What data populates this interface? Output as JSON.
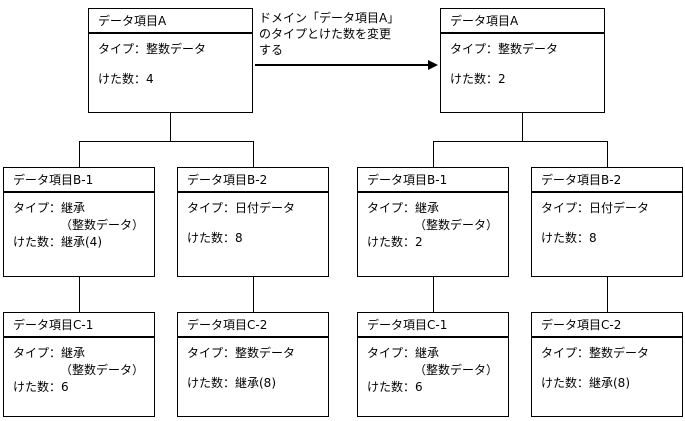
{
  "diagram": {
    "title_caption": "ドメイン「データ項目A」\nのタイプとけた数を変更\nする",
    "arrow": {
      "name": "change-arrow",
      "direction": "right"
    },
    "labels": {
      "type_prefix": "タイプ：",
      "digits_prefix": "けた数："
    },
    "before": {
      "root": {
        "title": "データ項目A",
        "type_line": "タイプ：整数データ",
        "digits_line": "けた数：4"
      },
      "children": [
        {
          "title": "データ項目B-1",
          "type_line": "タイプ：継承",
          "type_sub": "（整数データ）",
          "digits_line": "けた数：継承(4)",
          "child": {
            "title": "データ項目C-1",
            "type_line": "タイプ：継承",
            "type_sub": "（整数データ）",
            "digits_line": "けた数：6"
          }
        },
        {
          "title": "データ項目B-2",
          "type_line": "タイプ：日付データ",
          "type_sub": "",
          "digits_line": "けた数：8",
          "child": {
            "title": "データ項目C-2",
            "type_line": "タイプ：整数データ",
            "type_sub": "",
            "digits_line": "けた数：継承(8)"
          }
        }
      ]
    },
    "after": {
      "root": {
        "title": "データ項目A",
        "type_line": "タイプ：整数データ",
        "digits_line": "けた数：2"
      },
      "children": [
        {
          "title": "データ項目B-1",
          "type_line": "タイプ：継承",
          "type_sub": "（整数データ）",
          "digits_line": "けた数：2",
          "child": {
            "title": "データ項目C-1",
            "type_line": "タイプ：継承",
            "type_sub": "（整数データ）",
            "digits_line": "けた数：6"
          }
        },
        {
          "title": "データ項目B-2",
          "type_line": "タイプ：日付データ",
          "type_sub": "",
          "digits_line": "けた数：8",
          "child": {
            "title": "データ項目C-2",
            "type_line": "タイプ：整数データ",
            "type_sub": "",
            "digits_line": "けた数：継承(8)"
          }
        }
      ]
    }
  }
}
